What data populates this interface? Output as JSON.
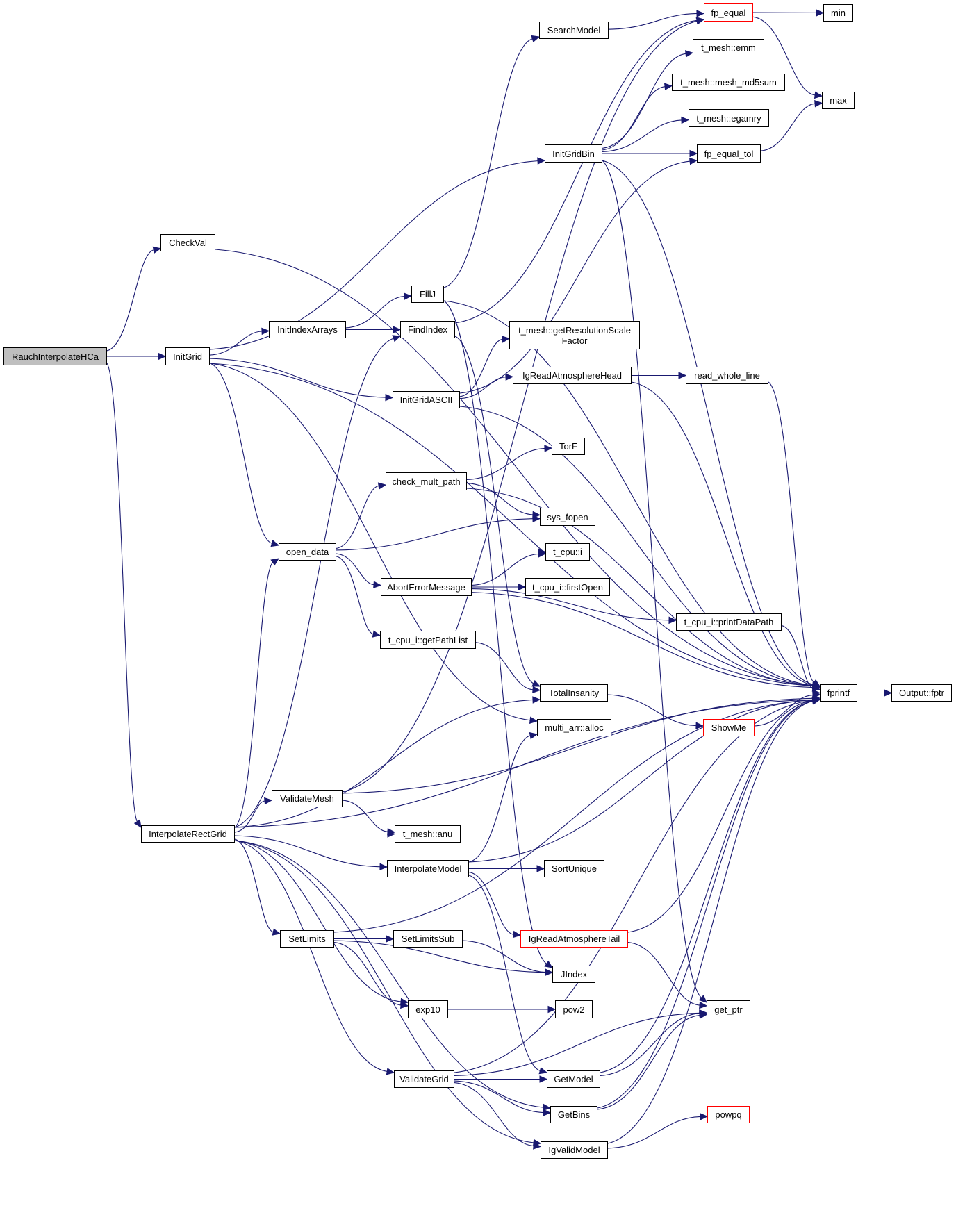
{
  "graph": {
    "title": "Call graph for RauchInterpolateHCa",
    "colors": {
      "edge": "#191970",
      "node_border": "#000000",
      "root_fill": "#bfbfbf",
      "truncated_border": "#ff0000"
    },
    "nodes": [
      {
        "id": "RauchInterpolateHCa",
        "label": "RauchInterpolateHCa",
        "kind": "root"
      },
      {
        "id": "CheckVal",
        "label": "CheckVal",
        "kind": "normal"
      },
      {
        "id": "InitGrid",
        "label": "InitGrid",
        "kind": "normal"
      },
      {
        "id": "InterpolateRectGrid",
        "label": "InterpolateRectGrid",
        "kind": "normal"
      },
      {
        "id": "SearchModel",
        "label": "SearchModel",
        "kind": "normal"
      },
      {
        "id": "fp_equal",
        "label": "fp_equal",
        "kind": "truncated"
      },
      {
        "id": "min",
        "label": "min",
        "kind": "normal"
      },
      {
        "id": "max",
        "label": "max",
        "kind": "normal"
      },
      {
        "id": "t_mesh_emm",
        "label": "t_mesh::emm",
        "kind": "normal"
      },
      {
        "id": "t_mesh_md5",
        "label": "t_mesh::mesh_md5sum",
        "kind": "normal"
      },
      {
        "id": "t_mesh_egamry",
        "label": "t_mesh::egamry",
        "kind": "normal"
      },
      {
        "id": "InitGridBin",
        "label": "InitGridBin",
        "kind": "normal"
      },
      {
        "id": "fp_equal_tol",
        "label": "fp_equal_tol",
        "kind": "normal"
      },
      {
        "id": "InitIndexArrays",
        "label": "InitIndexArrays",
        "kind": "normal"
      },
      {
        "id": "FillJ",
        "label": "FillJ",
        "kind": "normal"
      },
      {
        "id": "FindIndex",
        "label": "FindIndex",
        "kind": "normal"
      },
      {
        "id": "getResScale",
        "label": "t_mesh::getResolutionScale\nFactor",
        "kind": "normal"
      },
      {
        "id": "IgReadAtmosphereHead",
        "label": "IgReadAtmosphereHead",
        "kind": "normal"
      },
      {
        "id": "read_whole_line",
        "label": "read_whole_line",
        "kind": "normal"
      },
      {
        "id": "InitGridASCII",
        "label": "InitGridASCII",
        "kind": "normal"
      },
      {
        "id": "TorF",
        "label": "TorF",
        "kind": "normal"
      },
      {
        "id": "check_mult_path",
        "label": "check_mult_path",
        "kind": "normal"
      },
      {
        "id": "sys_fopen",
        "label": "sys_fopen",
        "kind": "normal"
      },
      {
        "id": "open_data",
        "label": "open_data",
        "kind": "normal"
      },
      {
        "id": "t_cpu_i",
        "label": "t_cpu::i",
        "kind": "normal"
      },
      {
        "id": "AbortErrorMessage",
        "label": "AbortErrorMessage",
        "kind": "normal"
      },
      {
        "id": "firstOpen",
        "label": "t_cpu_i::firstOpen",
        "kind": "normal"
      },
      {
        "id": "getPathList",
        "label": "t_cpu_i::getPathList",
        "kind": "normal"
      },
      {
        "id": "printDataPath",
        "label": "t_cpu_i::printDataPath",
        "kind": "normal"
      },
      {
        "id": "TotalInsanity",
        "label": "TotalInsanity",
        "kind": "normal"
      },
      {
        "id": "fprintf",
        "label": "fprintf",
        "kind": "normal"
      },
      {
        "id": "Output_fptr",
        "label": "Output::fptr",
        "kind": "normal"
      },
      {
        "id": "ShowMe",
        "label": "ShowMe",
        "kind": "truncated"
      },
      {
        "id": "multi_arr_alloc",
        "label": "multi_arr::alloc",
        "kind": "normal"
      },
      {
        "id": "ValidateMesh",
        "label": "ValidateMesh",
        "kind": "normal"
      },
      {
        "id": "t_mesh_anu",
        "label": "t_mesh::anu",
        "kind": "normal"
      },
      {
        "id": "InterpolateModel",
        "label": "InterpolateModel",
        "kind": "normal"
      },
      {
        "id": "SortUnique",
        "label": "SortUnique",
        "kind": "normal"
      },
      {
        "id": "IgReadAtmosphereTail",
        "label": "IgReadAtmosphereTail",
        "kind": "truncated"
      },
      {
        "id": "SetLimits",
        "label": "SetLimits",
        "kind": "normal"
      },
      {
        "id": "SetLimitsSub",
        "label": "SetLimitsSub",
        "kind": "normal"
      },
      {
        "id": "JIndex",
        "label": "JIndex",
        "kind": "normal"
      },
      {
        "id": "exp10",
        "label": "exp10",
        "kind": "normal"
      },
      {
        "id": "pow2",
        "label": "pow2",
        "kind": "normal"
      },
      {
        "id": "get_ptr",
        "label": "get_ptr",
        "kind": "normal"
      },
      {
        "id": "ValidateGrid",
        "label": "ValidateGrid",
        "kind": "normal"
      },
      {
        "id": "GetModel",
        "label": "GetModel",
        "kind": "normal"
      },
      {
        "id": "GetBins",
        "label": "GetBins",
        "kind": "normal"
      },
      {
        "id": "powpq",
        "label": "powpq",
        "kind": "truncated"
      },
      {
        "id": "IgValidModel",
        "label": "IgValidModel",
        "kind": "normal"
      }
    ],
    "edges": [
      [
        "RauchInterpolateHCa",
        "CheckVal"
      ],
      [
        "RauchInterpolateHCa",
        "InitGrid"
      ],
      [
        "RauchInterpolateHCa",
        "InterpolateRectGrid"
      ],
      [
        "CheckVal",
        "fprintf"
      ],
      [
        "InitGrid",
        "InitGridBin"
      ],
      [
        "InitGrid",
        "fprintf"
      ],
      [
        "InitGrid",
        "InitIndexArrays"
      ],
      [
        "InitGrid",
        "InitGridASCII"
      ],
      [
        "InitGrid",
        "open_data"
      ],
      [
        "InitGrid",
        "multi_arr_alloc"
      ],
      [
        "SearchModel",
        "fp_equal"
      ],
      [
        "fp_equal",
        "min"
      ],
      [
        "fp_equal",
        "max"
      ],
      [
        "InitGridBin",
        "t_mesh_emm"
      ],
      [
        "InitGridBin",
        "t_mesh_md5"
      ],
      [
        "InitGridBin",
        "t_mesh_egamry"
      ],
      [
        "InitGridBin",
        "fp_equal_tol"
      ],
      [
        "InitGridBin",
        "fprintf"
      ],
      [
        "InitGridBin",
        "get_ptr"
      ],
      [
        "fp_equal_tol",
        "max"
      ],
      [
        "InitIndexArrays",
        "FillJ"
      ],
      [
        "InitIndexArrays",
        "FindIndex"
      ],
      [
        "FillJ",
        "SearchModel"
      ],
      [
        "FillJ",
        "fprintf"
      ],
      [
        "FillJ",
        "JIndex"
      ],
      [
        "FindIndex",
        "fp_equal"
      ],
      [
        "FindIndex",
        "TotalInsanity"
      ],
      [
        "InitGridASCII",
        "getResScale"
      ],
      [
        "InitGridASCII",
        "IgReadAtmosphereHead"
      ],
      [
        "InitGridASCII",
        "fprintf"
      ],
      [
        "InitGridASCII",
        "fp_equal_tol"
      ],
      [
        "IgReadAtmosphereHead",
        "read_whole_line"
      ],
      [
        "IgReadAtmosphereHead",
        "fprintf"
      ],
      [
        "read_whole_line",
        "fprintf"
      ],
      [
        "open_data",
        "check_mult_path"
      ],
      [
        "open_data",
        "sys_fopen"
      ],
      [
        "open_data",
        "t_cpu_i"
      ],
      [
        "open_data",
        "AbortErrorMessage"
      ],
      [
        "open_data",
        "getPathList"
      ],
      [
        "check_mult_path",
        "TorF"
      ],
      [
        "check_mult_path",
        "sys_fopen"
      ],
      [
        "check_mult_path",
        "fprintf"
      ],
      [
        "AbortErrorMessage",
        "t_cpu_i"
      ],
      [
        "AbortErrorMessage",
        "firstOpen"
      ],
      [
        "AbortErrorMessage",
        "printDataPath"
      ],
      [
        "AbortErrorMessage",
        "fprintf"
      ],
      [
        "printDataPath",
        "fprintf"
      ],
      [
        "getPathList",
        "TotalInsanity"
      ],
      [
        "TotalInsanity",
        "fprintf"
      ],
      [
        "TotalInsanity",
        "ShowMe"
      ],
      [
        "ShowMe",
        "fprintf"
      ],
      [
        "fprintf",
        "Output_fptr"
      ],
      [
        "InterpolateRectGrid",
        "FindIndex"
      ],
      [
        "InterpolateRectGrid",
        "open_data"
      ],
      [
        "InterpolateRectGrid",
        "TotalInsanity"
      ],
      [
        "InterpolateRectGrid",
        "fprintf"
      ],
      [
        "InterpolateRectGrid",
        "ValidateMesh"
      ],
      [
        "InterpolateRectGrid",
        "t_mesh_anu"
      ],
      [
        "InterpolateRectGrid",
        "InterpolateModel"
      ],
      [
        "InterpolateRectGrid",
        "SetLimits"
      ],
      [
        "InterpolateRectGrid",
        "exp10"
      ],
      [
        "InterpolateRectGrid",
        "GetBins"
      ],
      [
        "InterpolateRectGrid",
        "ValidateGrid"
      ],
      [
        "InterpolateRectGrid",
        "IgValidModel"
      ],
      [
        "ValidateMesh",
        "fp_equal"
      ],
      [
        "ValidateMesh",
        "fprintf"
      ],
      [
        "ValidateMesh",
        "t_mesh_anu"
      ],
      [
        "InterpolateModel",
        "multi_arr_alloc"
      ],
      [
        "InterpolateModel",
        "fprintf"
      ],
      [
        "InterpolateModel",
        "SortUnique"
      ],
      [
        "InterpolateModel",
        "IgReadAtmosphereTail"
      ],
      [
        "InterpolateModel",
        "GetModel"
      ],
      [
        "IgReadAtmosphereTail",
        "fprintf"
      ],
      [
        "IgReadAtmosphereTail",
        "get_ptr"
      ],
      [
        "SetLimits",
        "fprintf"
      ],
      [
        "SetLimits",
        "SetLimitsSub"
      ],
      [
        "SetLimits",
        "JIndex"
      ],
      [
        "SetLimits",
        "exp10"
      ],
      [
        "SetLimitsSub",
        "JIndex"
      ],
      [
        "exp10",
        "pow2"
      ],
      [
        "ValidateGrid",
        "get_ptr"
      ],
      [
        "ValidateGrid",
        "GetModel"
      ],
      [
        "ValidateGrid",
        "GetBins"
      ],
      [
        "ValidateGrid",
        "IgValidModel"
      ],
      [
        "ValidateGrid",
        "fprintf"
      ],
      [
        "GetModel",
        "get_ptr"
      ],
      [
        "GetModel",
        "fprintf"
      ],
      [
        "GetBins",
        "get_ptr"
      ],
      [
        "GetBins",
        "fprintf"
      ],
      [
        "IgValidModel",
        "powpq"
      ],
      [
        "IgValidModel",
        "fprintf"
      ]
    ]
  }
}
